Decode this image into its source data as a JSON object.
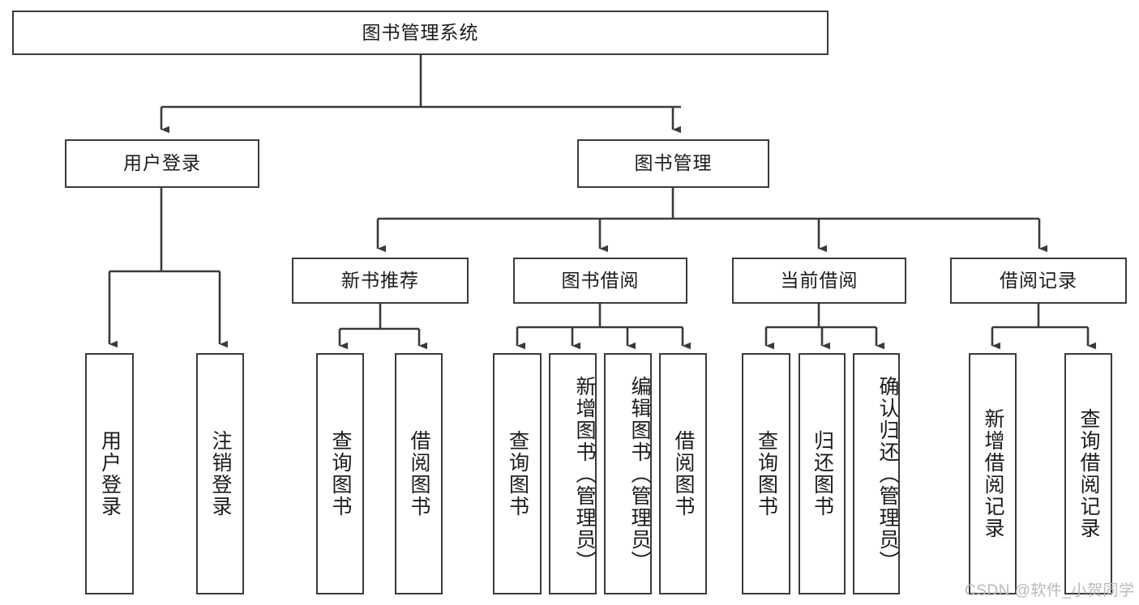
{
  "diagram": {
    "title_node": {
      "label": "图书管理系统"
    },
    "level2": [
      {
        "id": "user-login",
        "label": "用户登录"
      },
      {
        "id": "book-manage",
        "label": "图书管理"
      }
    ],
    "level3": [
      {
        "id": "new-book-recommend",
        "label": "新书推荐"
      },
      {
        "id": "book-borrow",
        "label": "图书借阅"
      },
      {
        "id": "current-borrow",
        "label": "当前借阅"
      },
      {
        "id": "borrow-record",
        "label": "借阅记录"
      }
    ],
    "leaves": {
      "user_login": [
        {
          "id": "leaf-user-login",
          "label": "用户登录"
        },
        {
          "id": "leaf-logout-login",
          "label": "注销登录"
        }
      ],
      "new_book_recommend": [
        {
          "id": "leaf-query-book-1",
          "label": "查询图书"
        },
        {
          "id": "leaf-borrow-book-1",
          "label": "借阅图书"
        }
      ],
      "book_borrow": [
        {
          "id": "leaf-query-book-2",
          "label": "查询图书"
        },
        {
          "id": "leaf-add-book",
          "label": "新增图书（管理员）"
        },
        {
          "id": "leaf-edit-book",
          "label": "编辑图书（管理员）"
        },
        {
          "id": "leaf-borrow-book-2",
          "label": "借阅图书"
        }
      ],
      "current_borrow": [
        {
          "id": "leaf-query-book-3",
          "label": "查询图书"
        },
        {
          "id": "leaf-return-book",
          "label": "归还图书"
        },
        {
          "id": "leaf-confirm-return",
          "label": "确认归还（管理员）"
        }
      ],
      "borrow_record": [
        {
          "id": "leaf-add-record",
          "label": "新增借阅记录"
        },
        {
          "id": "leaf-query-record",
          "label": "查询借阅记录"
        }
      ]
    },
    "watermark": {
      "text": "CSDN @软件_小贺同学"
    },
    "colors": {
      "stroke": "#3a3a3a",
      "fill": "#ffffff",
      "text": "#1b1b1b",
      "watermark": "#b9b9b9"
    }
  }
}
